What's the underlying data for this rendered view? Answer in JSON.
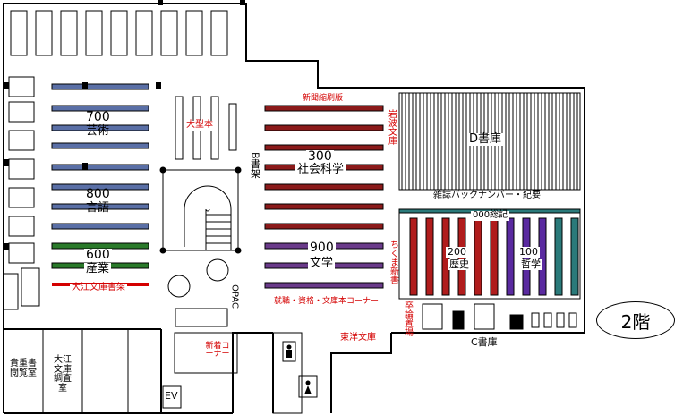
{
  "floor_label": "2階",
  "colors": {
    "art": "#5a6fa6",
    "industry": "#2a7a2a",
    "social": "#8b1a1a",
    "literature": "#6a3a8a",
    "history": "#b01c1c",
    "philosophy": "#5a2aa0",
    "general": "#2a7a7a",
    "accent_red": "#d40000"
  },
  "sections": {
    "art": {
      "code": "700",
      "name": "芸術"
    },
    "language": {
      "code": "800",
      "name": "言語"
    },
    "industry": {
      "code": "600",
      "name": "産業"
    },
    "social": {
      "code": "300",
      "name": "社会科学"
    },
    "literature": {
      "code": "900",
      "name": "文学"
    },
    "history": {
      "code": "200",
      "name": "歴史"
    },
    "philosophy": {
      "code": "100",
      "name": "哲学"
    },
    "general": "000総記"
  },
  "labels": {
    "large_books": "大型本",
    "b_shelf": "B書架",
    "newspaper": "新聞縮刷版",
    "iwanami": "岩波文庫",
    "d_stack": "D書庫",
    "magazines": "雑誌バックナンバー・紀要",
    "chikuma": "ちくま新書",
    "graduation": "卒論置場",
    "c_stack": "C書庫",
    "toyo": "東洋文庫",
    "employment": "就職・資格・文庫本コーナー",
    "opac": "OPAC",
    "oe_shelf": "大江文庫書架",
    "new_books": "新着コーナー",
    "ev": "EV",
    "rare_room": "貴重書閲覧室",
    "oe_room": "大江文庫調査室"
  },
  "icons": [
    "restroom-men-icon",
    "restroom-women-icon",
    "spiral-staircase-icon"
  ]
}
